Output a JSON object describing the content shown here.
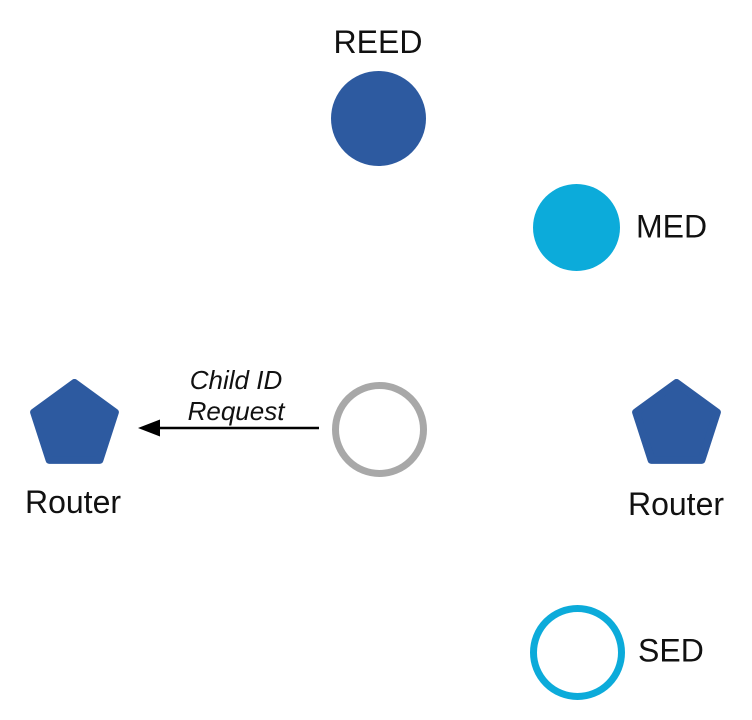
{
  "diagram": {
    "colors": {
      "node_blue": "#2D5AA0",
      "node_cyan": "#0CABDA",
      "outline_gray": "#A8A8A8",
      "text": "#111111",
      "arrow": "#000000"
    },
    "nodes": {
      "reed": {
        "label": "REED",
        "shape": "circle-filled",
        "color": "#2D5AA0"
      },
      "med": {
        "label": "MED",
        "shape": "circle-filled",
        "color": "#0CABDA"
      },
      "router_left": {
        "label": "Router",
        "shape": "pentagon",
        "color": "#2D5AA0"
      },
      "router_right": {
        "label": "Router",
        "shape": "pentagon",
        "color": "#2D5AA0"
      },
      "joining": {
        "label": "",
        "shape": "circle-outline",
        "color": "#A8A8A8"
      },
      "sed": {
        "label": "SED",
        "shape": "circle-outline",
        "color": "#0CABDA"
      }
    },
    "message": {
      "label": "Child ID Request",
      "from": "joining",
      "to": "router_left",
      "direction": "left"
    }
  }
}
